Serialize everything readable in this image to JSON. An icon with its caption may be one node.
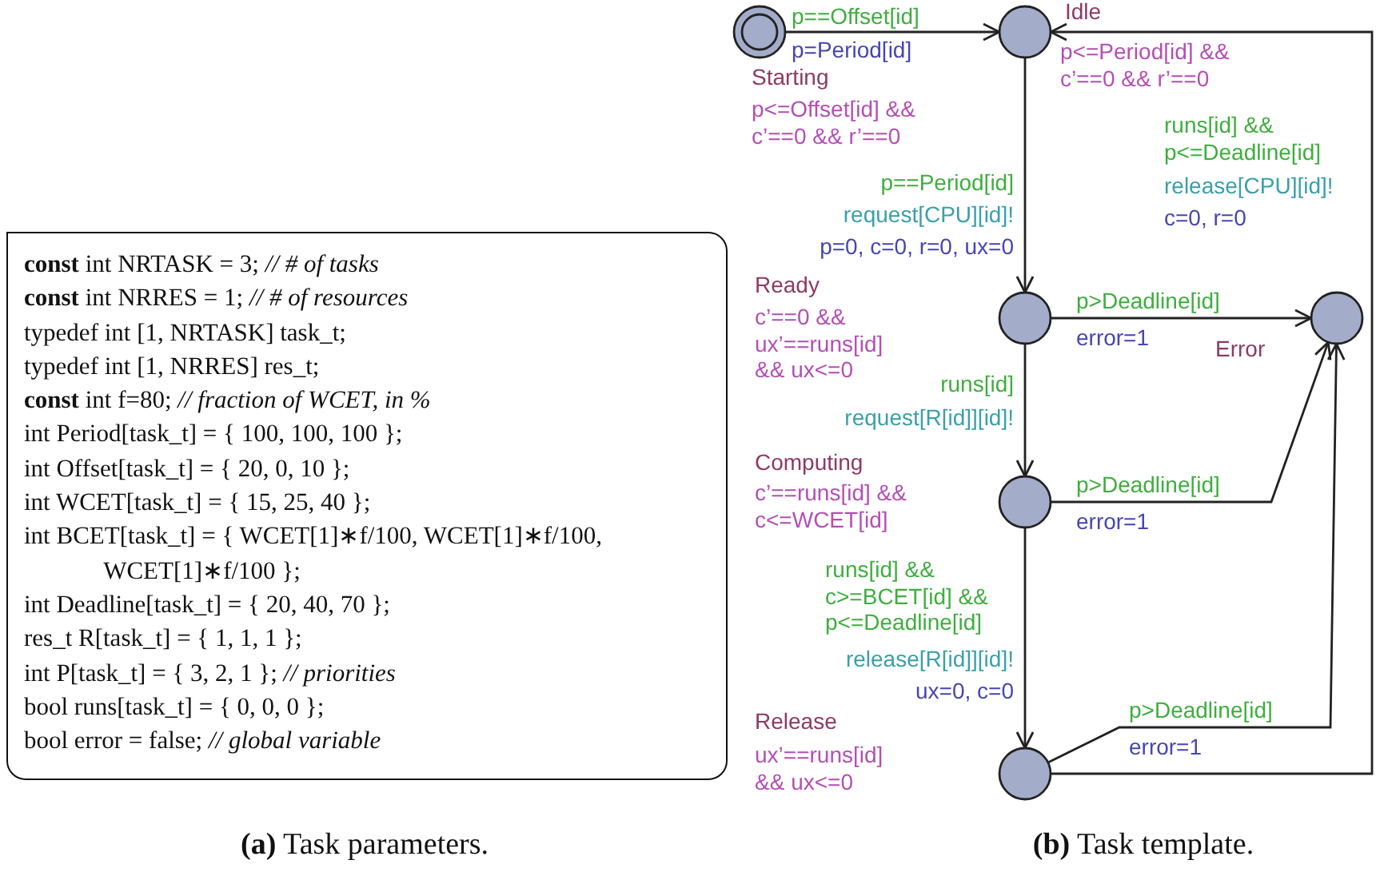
{
  "diagram": {
    "nodes": [
      {
        "text": [
          "**const** int NRTASK = 3; *// # of tasks*",
          "**const** int NRRES = 1; *// # of resources*",
          "typedef int [1, NRTASK] task_t;",
          "typedef int [1, NRRES] res_t;",
          "**const** int f=80; *// fraction of WCET, in %*",
          "int Period[task_t] = { 100, 100, 100 };",
          "int Offset[task_t] = { 20, 0, 10 };",
          "int WCET[task_t] = { 15, 25, 40 };",
          "int BCET[task_t] = { WCET[1]∗f/100, WCET[1]∗f/100, WCET[1]∗f/100 };",
          "int Deadline[task_t] = { 20, 40, 70 };",
          "res_t R[task_t] = { 1, 1, 1 };",
          "int P[task_t] = { 3, 2, 1 }; *// priorities*",
          "bool runs[task_t] = { 0, 0, 0 };",
          "bool error = false; *// global variable*"
        ]
      },
      {
        "text": [],
        "shape": "circle",
        "beside": [
          "Starting",
          "p<=Offset[id] && c’==0 && r’==0"
        ]
      },
      {
        "text": [],
        "shape": "circle",
        "beside": [
          "Idle",
          "p<=Period[id] && c’==0 && r’==0"
        ]
      },
      {
        "text": [],
        "shape": "circle",
        "beside": [
          "Ready",
          "c’==0 && ux’==runs[id] && ux<=0"
        ]
      },
      {
        "text": [],
        "shape": "circle",
        "beside": [
          "Error"
        ]
      },
      {
        "text": [],
        "shape": "circle",
        "beside": [
          "Computing",
          "c’==runs[id] && c<=WCET[id]"
        ]
      },
      {
        "text": [],
        "shape": "circle",
        "beside": [
          "Release",
          "ux’==runs[id] && ux<=0"
        ]
      }
    ],
    "edges": [
      {
        "from": 1,
        "to": 2,
        "arrow": "to",
        "label": "p==Offset[id]"
      },
      {
        "from": 2,
        "to": 3,
        "arrow": "to",
        "label": "p==Period[id]"
      },
      {
        "from": 3,
        "to": 4,
        "arrow": "to",
        "label": "p>Deadline[id]"
      },
      {
        "from": 3,
        "to": 5,
        "arrow": "to",
        "label": "runs[id]"
      },
      {
        "from": 5,
        "to": 4,
        "arrow": "to",
        "label": "p>Deadline[id]"
      },
      {
        "from": 5,
        "to": 6,
        "arrow": "to",
        "label": "runs[id] && c>=BCET[id] && p<=Deadline[id]"
      },
      {
        "from": 6,
        "to": 4,
        "arrow": "to",
        "label": "p>Deadline[id]"
      },
      {
        "from": 6,
        "to": 2,
        "arrow": "to",
        "label": "runs[id] && p<=Deadline[id]"
      }
    ],
    "labels": [
      "p=Period[id]",
      "request[CPU][id]!",
      "p=0, c=0, r=0, ux=0",
      "error=1",
      "request[R[id]][id]!",
      "error=1",
      "release[R[id]][id]!",
      "ux=0, c=0",
      "error=1",
      "release[CPU][id]!",
      "c=0, r=0",
      "**(a)** Task parameters.",
      "**(b)** Task template."
    ]
  }
}
